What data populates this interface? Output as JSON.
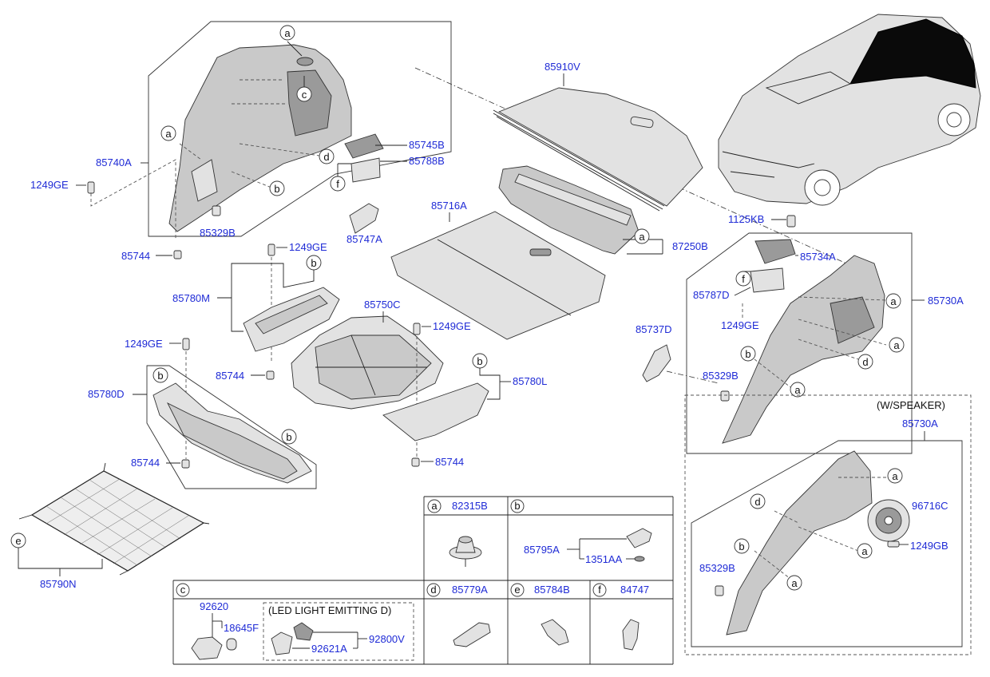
{
  "callouts": {
    "p85910V": "85910V",
    "p85745B": "85745B",
    "p85788B": "85788B",
    "p85740A": "85740A",
    "p1249GE_a": "1249GE",
    "p85329B_a": "85329B",
    "p85747A": "85747A",
    "p85716A": "85716A",
    "p87250B": "87250B",
    "p1125KB": "1125KB",
    "p85734A": "85734A",
    "p85730A_a": "85730A",
    "p85787D": "85787D",
    "p1249GE_b": "1249GE",
    "p85737D": "85737D",
    "p85329B_b": "85329B",
    "p85744_a": "85744",
    "p1249GE_c": "1249GE",
    "p85780M": "85780M",
    "p85750C": "85750C",
    "p1249GE_d": "1249GE",
    "p1249GE_e": "1249GE",
    "p85744_b": "85744",
    "p85780L": "85780L",
    "p85780D": "85780D",
    "p85744_c": "85744",
    "p85744_d": "85744",
    "p85790N": "85790N",
    "p85730A_b": "85730A",
    "p96716C": "96716C",
    "p1249GB": "1249GB",
    "p85329B_c": "85329B"
  },
  "speaker_variant_label": "(W/SPEAKER)",
  "letters": {
    "a": "a",
    "b": "b",
    "c": "c",
    "d": "d",
    "e": "e",
    "f": "f"
  },
  "legend": {
    "a_part": "82315B",
    "b_part_1": "85795A",
    "b_part_2": "1351AA",
    "c_part_1": "92620",
    "c_part_2": "18645F",
    "c_led_label": "(LED LIGHT EMITTING D)",
    "c_part_3": "92621A",
    "c_part_4": "92800V",
    "d_part": "85779A",
    "e_part": "85784B",
    "f_part": "84747"
  }
}
